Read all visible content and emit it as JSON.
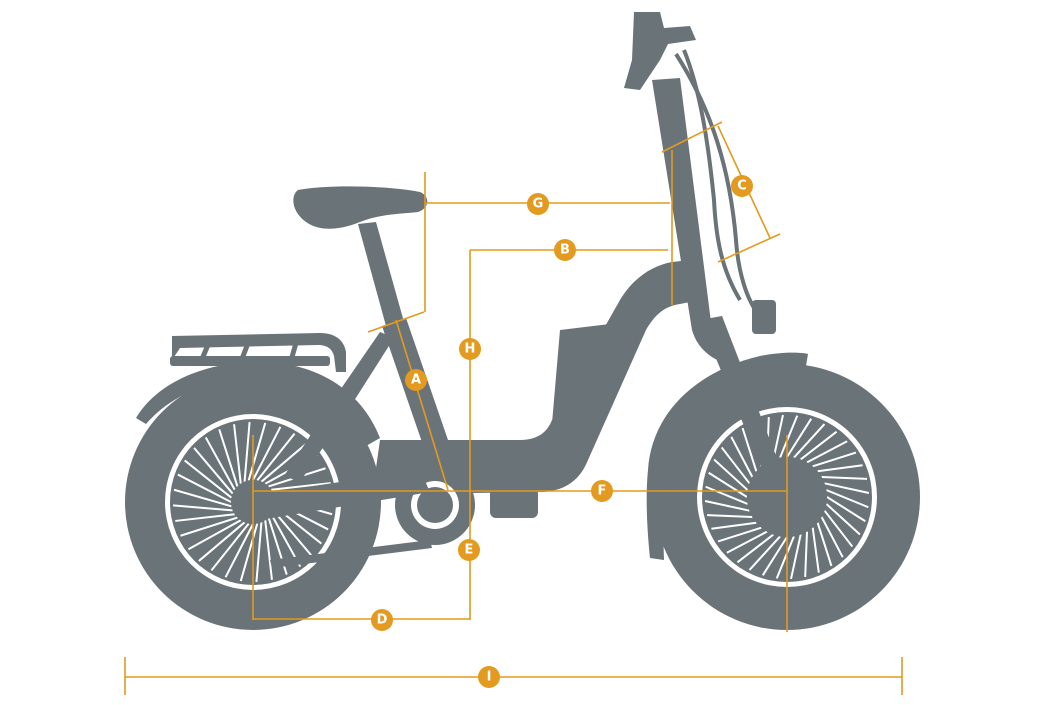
{
  "diagram": {
    "accent_color": "#e39a1f",
    "bike_color": "#6a7378",
    "labels": {
      "A": "A",
      "B": "B",
      "C": "C",
      "D": "D",
      "E": "E",
      "F": "F",
      "G": "G",
      "H": "H",
      "I": "I"
    }
  }
}
